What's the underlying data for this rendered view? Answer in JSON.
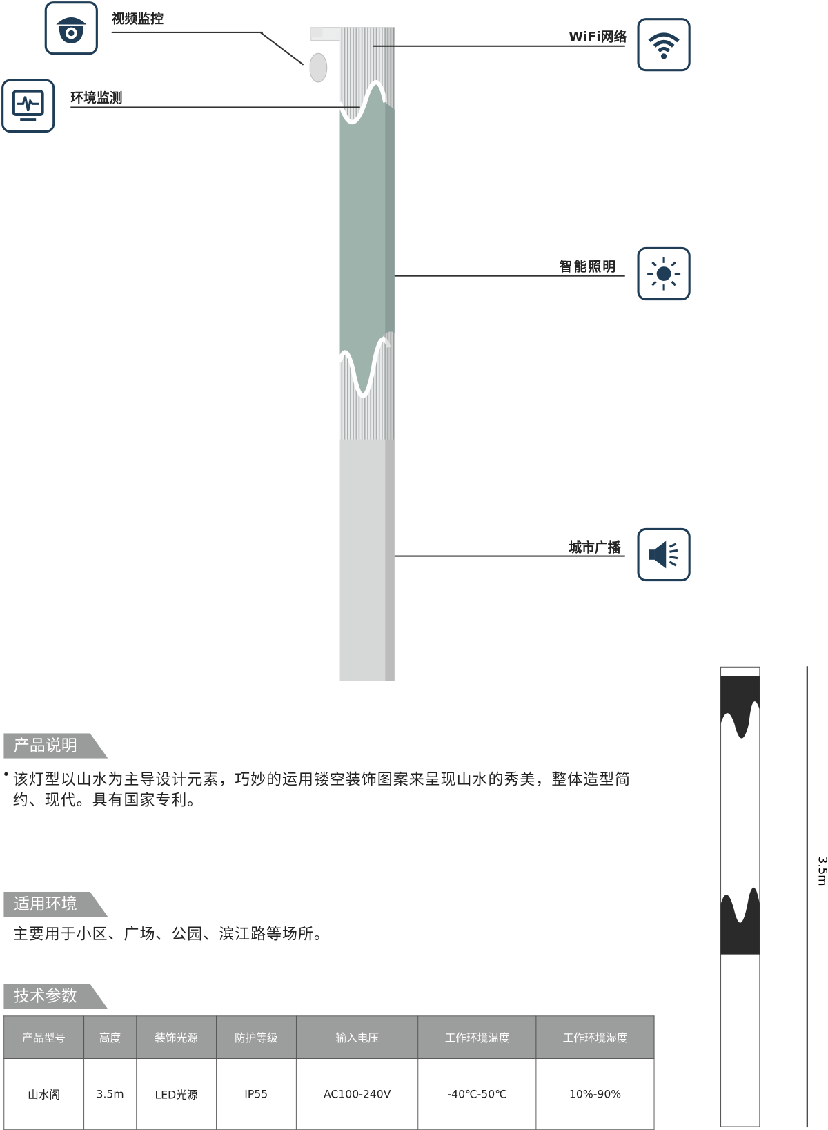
{
  "features": {
    "video": {
      "label": "视频监控",
      "icon": "dome-camera-icon"
    },
    "env": {
      "label": "环境监测",
      "icon": "monitor-pulse-icon"
    },
    "wifi": {
      "label": "WiFi网络",
      "icon": "wifi-icon"
    },
    "light": {
      "label": "智能照明",
      "icon": "sun-icon"
    },
    "broadcast": {
      "label": "城市广播",
      "icon": "speaker-icon"
    }
  },
  "dimension": "3.5m",
  "sections": {
    "desc": {
      "title": "产品说明",
      "text": "该灯型以山水为主导设计元素，巧妙的运用镂空装饰图案来呈现山水的秀美，整体造型简约、现代。具有国家专利。"
    },
    "env": {
      "title": "适用环境",
      "text": "主要用于小区、广场、公园、滨江路等场所。"
    },
    "spec": {
      "title": "技术参数"
    }
  },
  "table": {
    "headers": [
      "产品型号",
      "高度",
      "装饰光源",
      "防护等级",
      "输入电压",
      "工作环境温度",
      "工作环境湿度"
    ],
    "row": [
      "山水阁",
      "3.5m",
      "LED光源",
      "IP55",
      "AC100-240V",
      "-40℃-50℃",
      "10%-90%"
    ]
  },
  "colors": {
    "icon": "#1f3d57",
    "header": "#9c9d9d"
  }
}
